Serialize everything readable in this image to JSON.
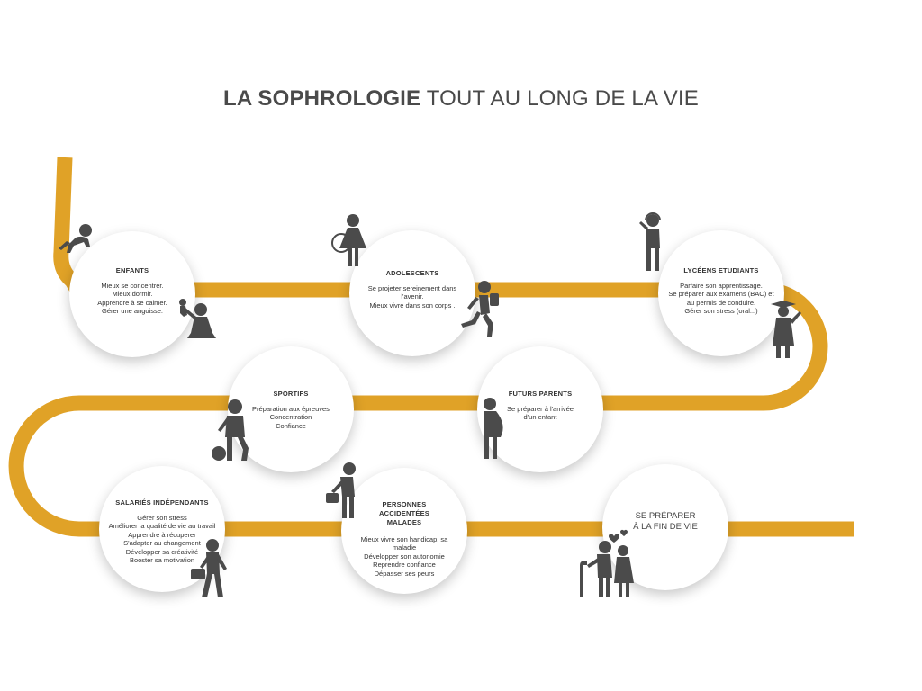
{
  "title": {
    "bold": "LA SOPHROLOGIE",
    "rest": " TOUT AU LONG DE LA VIE"
  },
  "colors": {
    "path": "#E0A227",
    "icons": "#4B4B4B",
    "text": "#333333"
  },
  "stages": [
    {
      "name": "ENFANTS",
      "lines": [
        "Mieux se concentrer.",
        "Mieux dormir.",
        "Apprendre à se calmer.",
        "Gérer une angoisse."
      ],
      "icons": [
        "crawling-baby-icon",
        "child-with-doll-icon"
      ]
    },
    {
      "name": "ADOLESCENTS",
      "lines": [
        "Se projeter sereinement dans",
        "l'avenir.",
        "Mieux vivre dans son corps ."
      ],
      "icons": [
        "girl-with-hoop-icon",
        "running-student-icon"
      ]
    },
    {
      "name": "LYCÉENS ETUDIANTS",
      "lines": [
        "Parfaire son apprentissage.",
        "Se préparer aux examens (BAC) et",
        "au permis de conduire.",
        "Gérer son stress (oral...)"
      ],
      "icons": [
        "student-with-headphones-icon",
        "graduate-icon"
      ]
    },
    {
      "name": "SPORTIFS",
      "lines": [
        "Préparation aux épreuves",
        "Concentration",
        "Confiance"
      ],
      "icons": [
        "athlete-with-ball-icon"
      ]
    },
    {
      "name": "FUTURS PARENTS",
      "lines": [
        "Se préparer à l'arrivée",
        "d'un enfant"
      ],
      "icons": [
        "pregnant-woman-icon"
      ]
    },
    {
      "name": "SALARIÉS INDÉPENDANTS",
      "lines": [
        "Gérer son stress",
        "Améliorer la qualité de vie au travail",
        "Apprendre à récuperer",
        "S'adapter au changement",
        "Développer sa créativité",
        "Booster sa motivation"
      ],
      "icons": [
        "businessman-walking-icon"
      ]
    },
    {
      "name": "PERSONNES ACCIDENTÉES MALADES",
      "lines": [
        "Mieux vivre son handicap, sa",
        "maladie",
        "Développer son autonomie",
        "Reprendre confiance",
        "Dépasser ses peurs"
      ],
      "icons": [
        "tired-person-with-briefcase-icon"
      ]
    },
    {
      "name": "",
      "lines": [
        "SE PRÉPARER",
        "À LA FIN DE VIE"
      ],
      "icons": [
        "elderly-couple-icon"
      ]
    }
  ]
}
